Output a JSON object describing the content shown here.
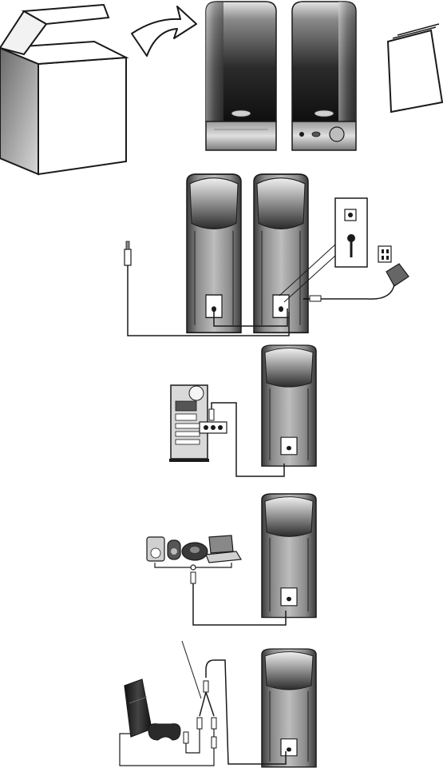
{
  "diagram": {
    "steps": [
      {
        "id": "unpack",
        "items": [
          "box-icon",
          "arrow-icon",
          "left-speaker-front",
          "right-speaker-front",
          "manual-booklet-icon"
        ]
      },
      {
        "id": "power-and-wiring",
        "items": [
          "left-speaker-back",
          "right-speaker-back",
          "headphone-plug",
          "wall-outlet-icon",
          "power-adapter-icon",
          "dc-plug"
        ]
      },
      {
        "id": "computer-connection",
        "items": [
          "desktop-tower-icon",
          "sound-card-jacks",
          "right-speaker-back"
        ]
      },
      {
        "id": "portable-player-connection",
        "items": [
          "mp3-player-icon",
          "mini-player-icon",
          "cd-player-icon",
          "laptop-icon",
          "right-speaker-back"
        ]
      },
      {
        "id": "game-console-connection",
        "items": [
          "game-console-icon",
          "gamepad-icon",
          "rca-y-adapter",
          "right-speaker-back"
        ]
      }
    ],
    "colors": {
      "ink": "#1a1a1a",
      "speaker_dark": "#2a2a2a",
      "speaker_mid": "#7d7d7d",
      "speaker_light": "#d0d0d0",
      "panel_fill": "#ffffff"
    }
  }
}
